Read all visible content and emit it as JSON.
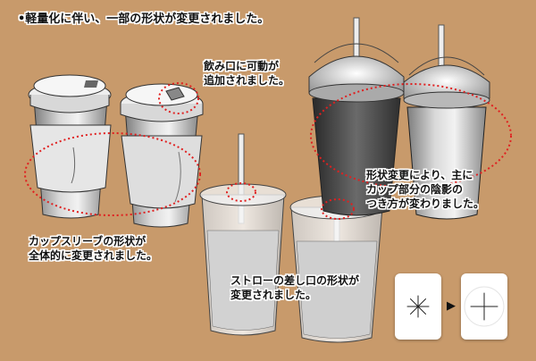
{
  "heading": "•軽量化に伴い、一部の形状が変更されました。",
  "notes": {
    "lid": [
      "飲み口に可動が",
      "追加されました。"
    ],
    "shading": [
      "形状変更により、主に",
      "カップ部分の陰影の",
      "つき方が変わりました。"
    ],
    "sleeve": [
      "カップスリーブの形状が",
      "全体的に変更されました。"
    ],
    "straw": [
      "ストローの差し口の形状が",
      "変更されました。"
    ]
  },
  "straw_slot_icons": {
    "before": "asterisk-slit-icon",
    "after": "cross-slit-icon",
    "arrow": "▶"
  },
  "colors": {
    "background": "#c89a6b",
    "highlight": "#e02020",
    "cup_light": "#eeeeee",
    "cup_dark": "#8a8a8a"
  }
}
